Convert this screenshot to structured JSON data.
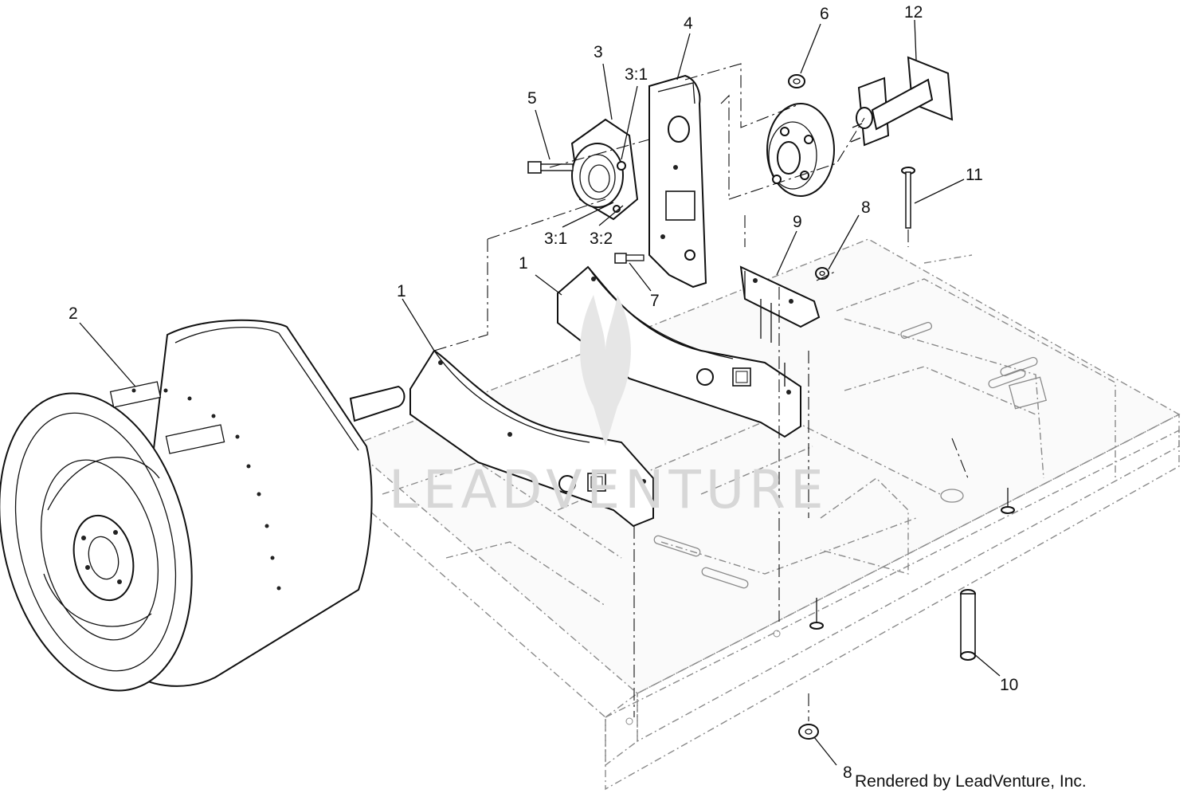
{
  "callouts": [
    {
      "label": "1"
    },
    {
      "label": "1"
    },
    {
      "label": "2"
    },
    {
      "label": "3"
    },
    {
      "label": "3:1"
    },
    {
      "label": "3:1"
    },
    {
      "label": "3:2"
    },
    {
      "label": "4"
    },
    {
      "label": "5"
    },
    {
      "label": "6"
    },
    {
      "label": "7"
    },
    {
      "label": "8"
    },
    {
      "label": "8"
    },
    {
      "label": "9"
    },
    {
      "label": "10"
    },
    {
      "label": "11"
    },
    {
      "label": "12"
    }
  ],
  "watermark": "LEADVENTURE",
  "credit": "Rendered by LeadVenture, Inc."
}
